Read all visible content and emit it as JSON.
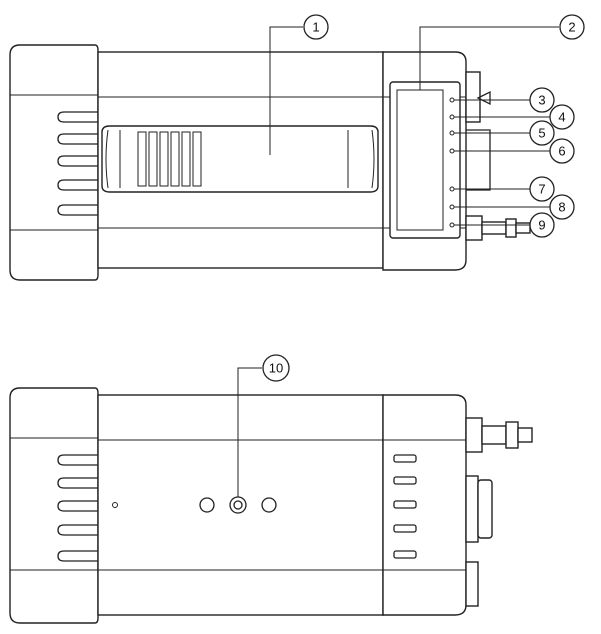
{
  "callouts": [
    {
      "id": 1,
      "label": "1"
    },
    {
      "id": 2,
      "label": "2"
    },
    {
      "id": 3,
      "label": "3"
    },
    {
      "id": 4,
      "label": "4"
    },
    {
      "id": 5,
      "label": "5"
    },
    {
      "id": 6,
      "label": "6"
    },
    {
      "id": 7,
      "label": "7"
    },
    {
      "id": 8,
      "label": "8"
    },
    {
      "id": 9,
      "label": "9"
    },
    {
      "id": 10,
      "label": "10"
    }
  ]
}
